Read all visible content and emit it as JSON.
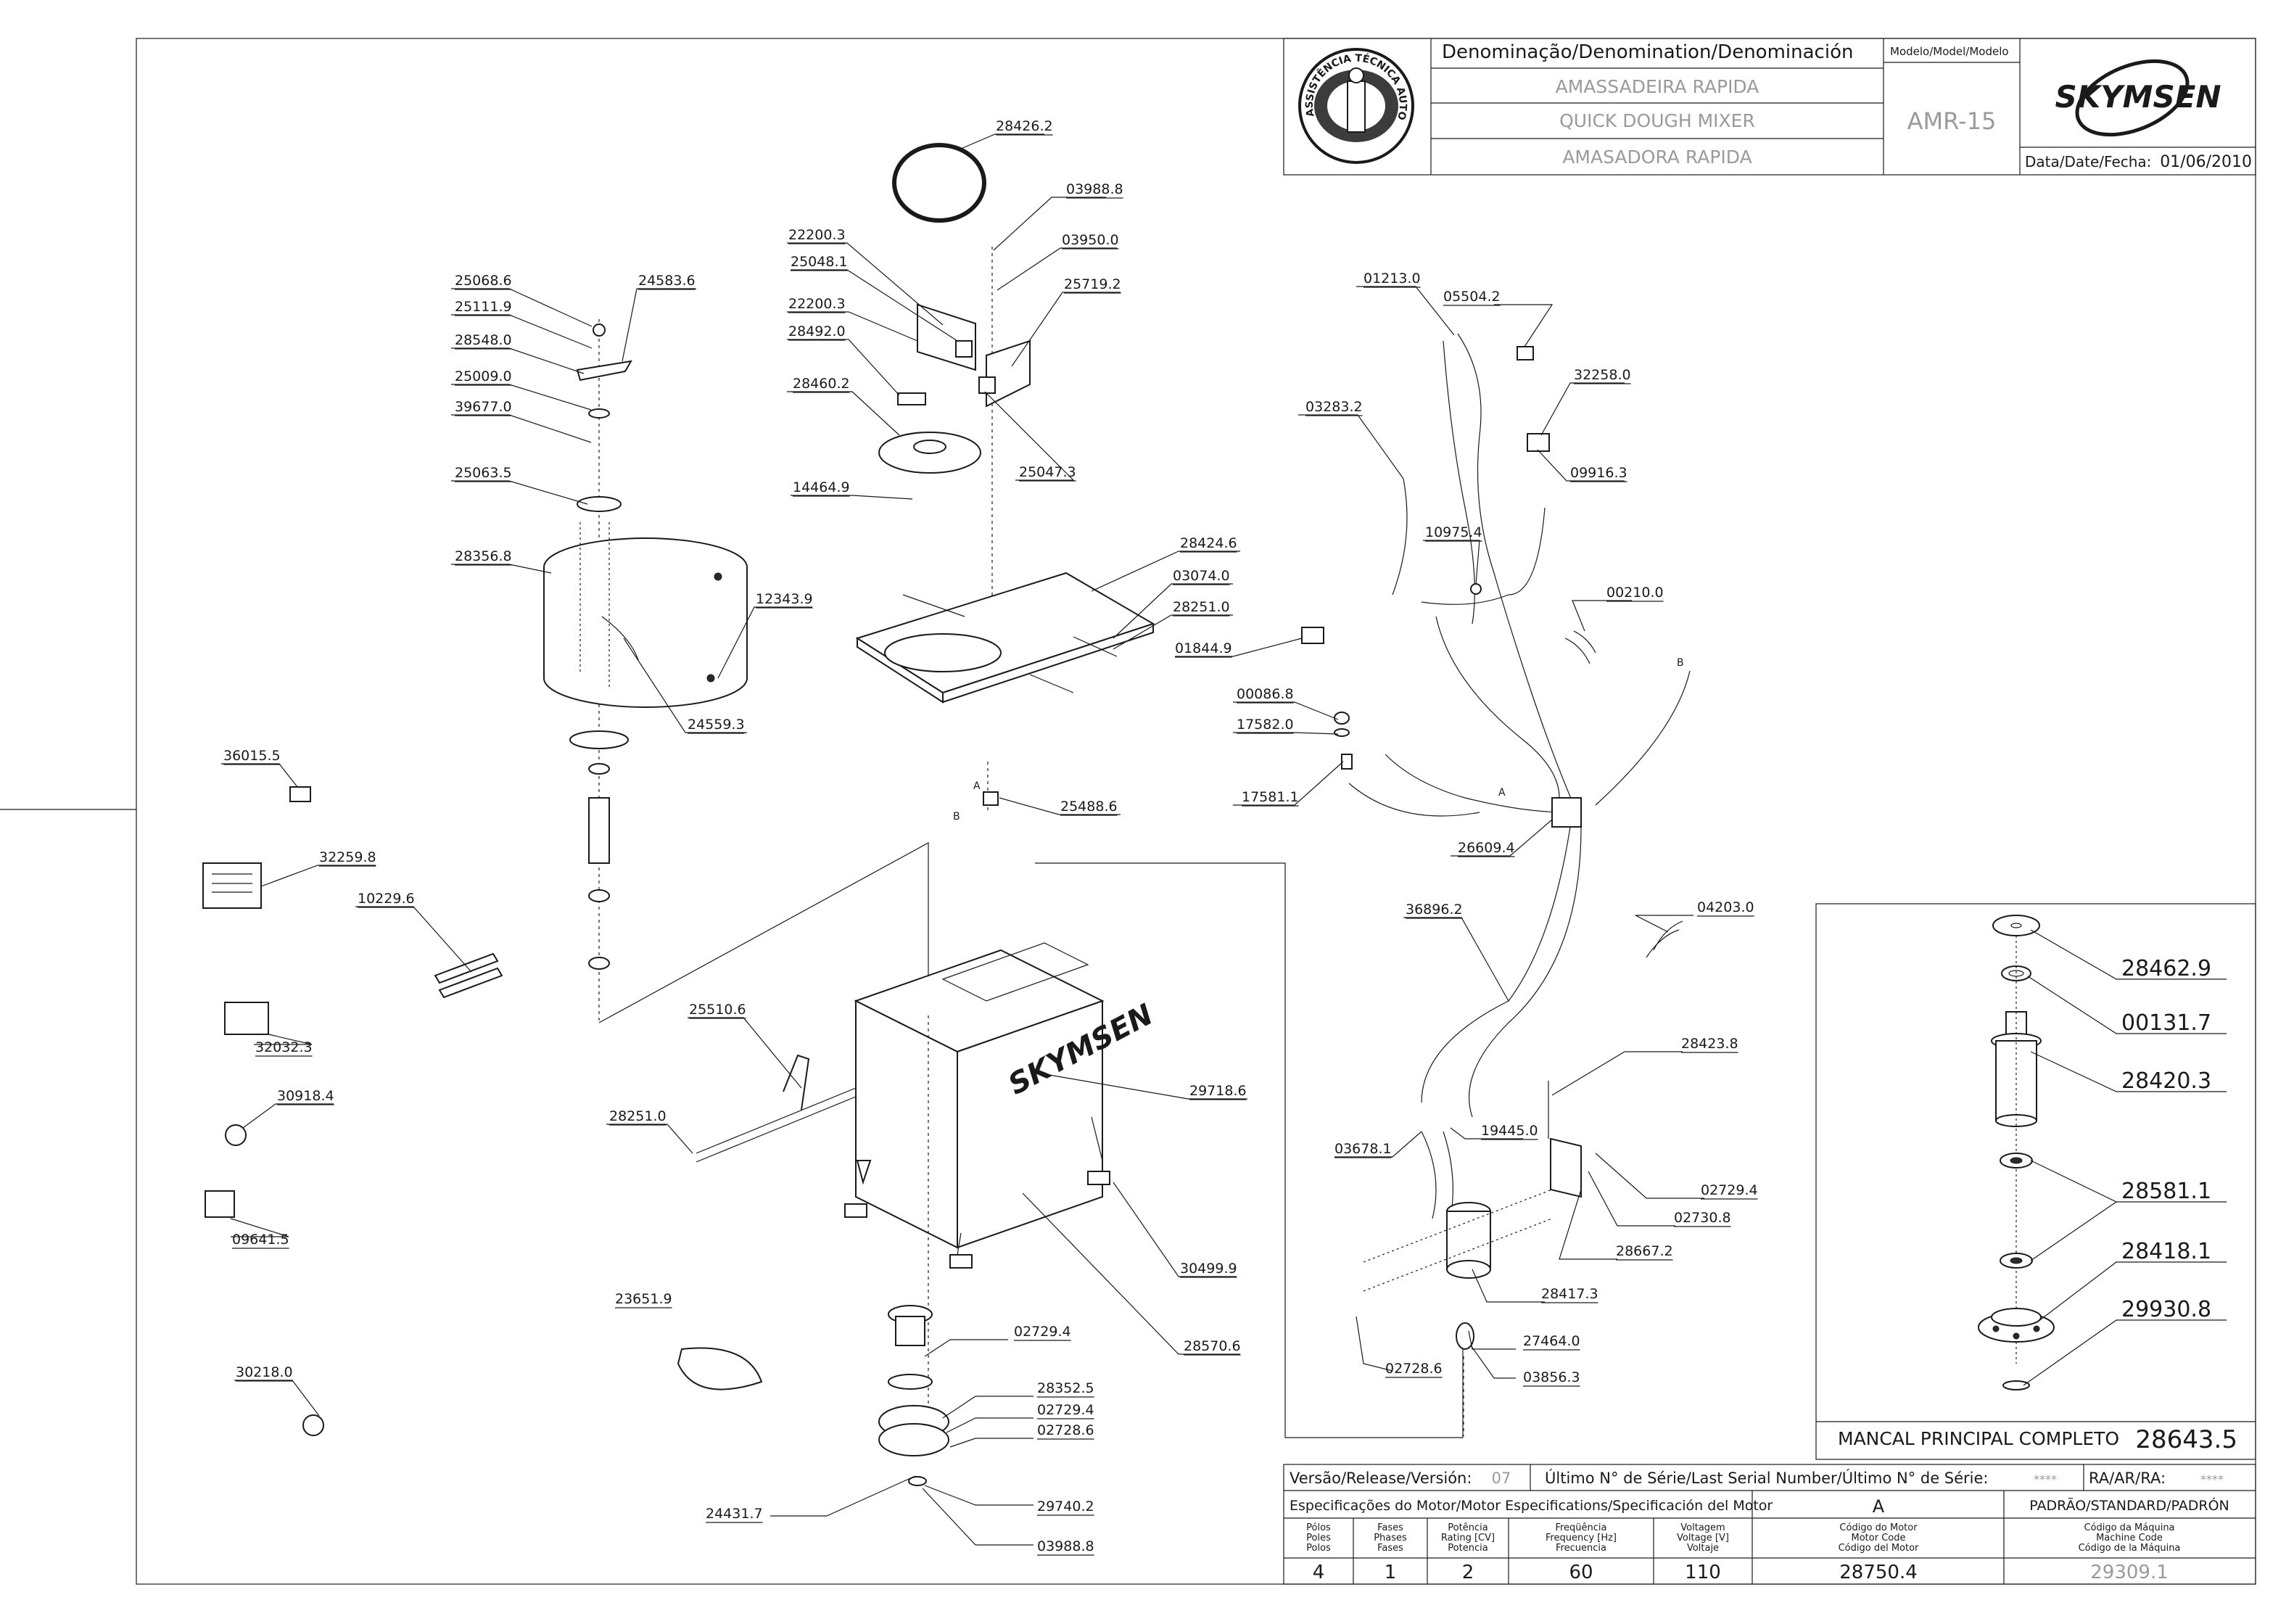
{
  "title_block": {
    "denomination_header": "Denominação/Denomination/Denominación",
    "name_pt": "AMASSADEIRA RAPIDA",
    "name_en": "QUICK DOUGH MIXER",
    "name_es": "AMASADORA RAPIDA",
    "model_header": "Modelo/Model/Modelo",
    "model": "AMR-15",
    "brand": "SKYMSEN",
    "date_label": "Data/Date/Fecha:",
    "date": "01/06/2010",
    "seal_text": "ASSISTÊNCIA TÉCNICA AUTORIZADA"
  },
  "parts": {
    "p28426_2": "28426.2",
    "p03988_8a": "03988.8",
    "p22200_3a": "22200.3",
    "p03950_0": "03950.0",
    "p25048_1": "25048.1",
    "p25719_2": "25719.2",
    "p22200_3b": "22200.3",
    "p28492_0": "28492.0",
    "p28460_2": "28460.2",
    "p25047_3": "25047.3",
    "p14464_9": "14464.9",
    "p28424_6": "28424.6",
    "p03074_0": "03074.0",
    "p28251_0a": "28251.0",
    "p25488_6": "25488.6",
    "p25068_6": "25068.6",
    "p24583_6": "24583.6",
    "p25111_9": "25111.9",
    "p28548_0": "28548.0",
    "p25009_0": "25009.0",
    "p39677_0": "39677.0",
    "p25063_5": "25063.5",
    "p28356_8": "28356.8",
    "p12343_9": "12343.9",
    "p24559_3": "24559.3",
    "p36015_5": "36015.5",
    "p32259_8": "32259.8",
    "p10229_6": "10229.6",
    "p32032_3": "32032.3",
    "p30918_4": "30918.4",
    "p09641_5": "09641.5",
    "p30218_0": "30218.0",
    "p25510_6": "25510.6",
    "p28251_0b": "28251.0",
    "p29718_6": "29718.6",
    "p30499_9": "30499.9",
    "p28570_6": "28570.6",
    "p23651_9": "23651.9",
    "p02729_4a": "02729.4",
    "p28352_5": "28352.5",
    "p02729_4b": "02729.4",
    "p02728_6a": "02728.6",
    "p24431_7": "24431.7",
    "p29740_2": "29740.2",
    "p03988_8b": "03988.8",
    "p01213_0": "01213.0",
    "p05504_2": "05504.2",
    "p32258_0": "32258.0",
    "p03283_2": "03283.2",
    "p09916_3": "09916.3",
    "p10975_4": "10975.4",
    "p00210_0": "00210.0",
    "p01844_9": "01844.9",
    "p00086_8": "00086.8",
    "p17582_0": "17582.0",
    "p17581_1": "17581.1",
    "p26609_4": "26609.4",
    "p36896_2": "36896.2",
    "p04203_0": "04203.0",
    "p28423_8": "28423.8",
    "p03678_1": "03678.1",
    "p19445_0": "19445.0",
    "p02729_4c": "02729.4",
    "p02730_8": "02730.8",
    "p28667_2": "28667.2",
    "p28417_3": "28417.3",
    "p27464_0": "27464.0",
    "p02728_6b": "02728.6",
    "p03856_3": "03856.3"
  },
  "connector_labels": {
    "a": "A",
    "b": "B"
  },
  "inset": {
    "p28462_9": "28462.9",
    "p00131_7": "00131.7",
    "p28420_3": "28420.3",
    "p28581_1": "28581.1",
    "p28418_1": "28418.1",
    "p29930_8": "29930.8",
    "caption": "MANCAL PRINCIPAL COMPLETO",
    "code": "28643.5"
  },
  "release": {
    "version_label": "Versão/Release/Versión:",
    "version": "07",
    "serial_label": "Último N° de Série/Last Serial Number/Último N° de Série:",
    "serial": "****",
    "ra_label": "RA/AR/RA:",
    "ra": "****"
  },
  "specs": {
    "header": "Especificações do Motor/Motor Especifications/Specificación del Motor",
    "variant": "A",
    "standard": "PADRÃO/STANDARD/PADRÓN",
    "columns": [
      {
        "h1": "Pólos",
        "h2": "Poles",
        "h3": "Polos",
        "value": "4"
      },
      {
        "h1": "Fases",
        "h2": "Phases",
        "h3": "Fases",
        "value": "1"
      },
      {
        "h1": "Potência",
        "h2": "Rating [CV]",
        "h3": "Potencia",
        "value": "2"
      },
      {
        "h1": "Freqüência",
        "h2": "Frequency [Hz]",
        "h3": "Frecuencia",
        "value": "60"
      },
      {
        "h1": "Voltagem",
        "h2": "Voltage [V]",
        "h3": "Voltaje",
        "value": "110"
      },
      {
        "h1": "Código do Motor",
        "h2": "Motor Code",
        "h3": "Código del Motor",
        "value": "28750.4"
      },
      {
        "h1": "Código da Máquina",
        "h2": "Machine Code",
        "h3": "Código de la Máquina",
        "value": "29309.1"
      }
    ]
  }
}
